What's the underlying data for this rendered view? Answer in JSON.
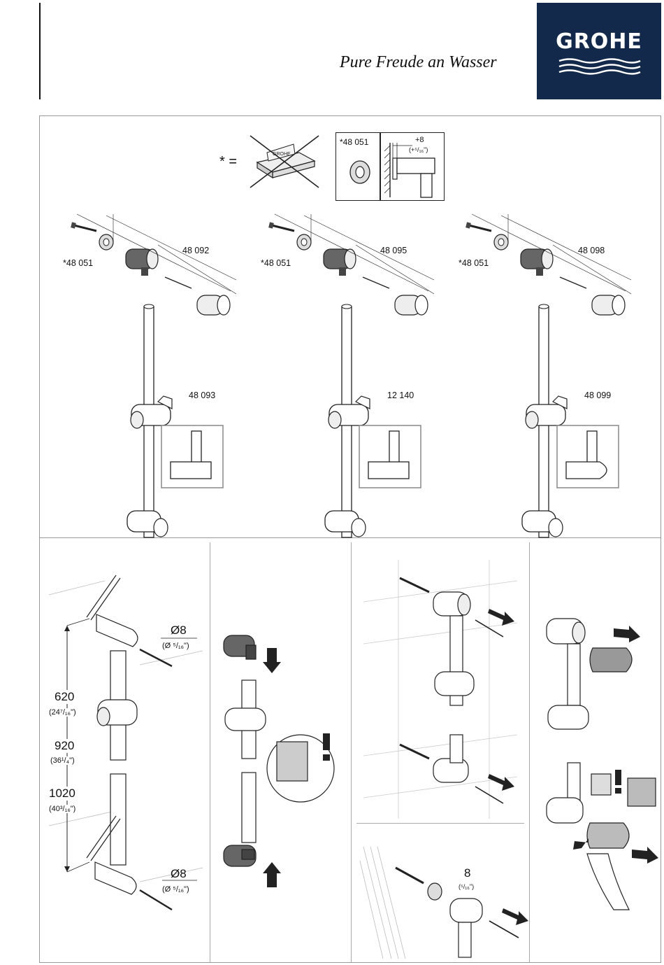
{
  "brand": {
    "logo_text": "GROHE",
    "tagline": "Pure Freude an Wasser",
    "color": "#13294b"
  },
  "top_panel": {
    "asterisk_equals": "* =",
    "inset_label": "*48 051",
    "inset_dim": "+8",
    "inset_dim_sub": "(+⁵/₁₆\")",
    "variants": [
      {
        "washer": "*48 051",
        "bracket_set": "48 092",
        "slider": "48 093"
      },
      {
        "washer": "*48 051",
        "bracket_set": "48 095",
        "slider": "12 140"
      },
      {
        "washer": "*48 051",
        "bracket_set": "48 098",
        "slider": "48 099"
      }
    ]
  },
  "bottom_panel": {
    "drill_diameter": "Ø8",
    "drill_diameter_inch": "(Ø ⁵/₁₆\")",
    "heights": [
      {
        "mm": "620",
        "inch": "(24⁷/₁₆\")"
      },
      {
        "mm": "920",
        "inch": "(36¹/₄\")"
      },
      {
        "mm": "1020",
        "inch": "(40³/₁₆\")"
      }
    ],
    "drill_diameter_2": "Ø8",
    "drill_diameter_inch_2": "(Ø ⁵/₁₆\")",
    "spacer_dim": "8",
    "spacer_dim_inch": "(⁵/₁₆\")",
    "warning_mark": "!"
  }
}
